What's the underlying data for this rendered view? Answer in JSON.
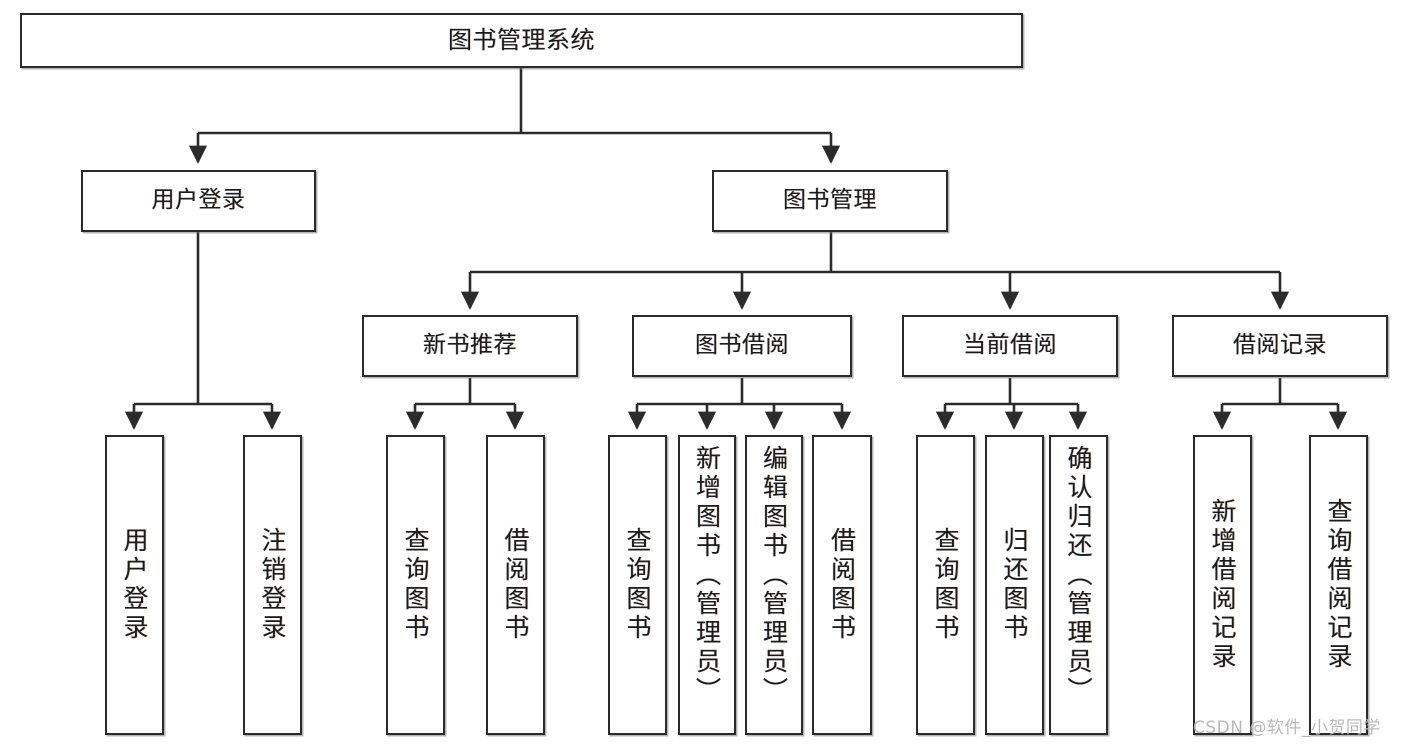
{
  "diagram": {
    "type": "tree-hierarchy",
    "title": "图书管理系统",
    "watermark": "CSDN @软件_小贺同学",
    "colors": {
      "box_border": "#2b2b2b",
      "box_fill": "#ffffff",
      "connector": "#2b2b2b",
      "watermark": "#b9b9b9"
    },
    "nodes": {
      "root": {
        "label": "图书管理系统"
      },
      "level2": [
        {
          "label": "用户登录"
        },
        {
          "label": "图书管理"
        }
      ],
      "level3": [
        {
          "label": "新书推荐"
        },
        {
          "label": "图书借阅"
        },
        {
          "label": "当前借阅"
        },
        {
          "label": "借阅记录"
        }
      ],
      "leaves": {
        "user_login": [
          {
            "label": "用户登录"
          },
          {
            "label": "注销登录"
          }
        ],
        "new_book_recommend": [
          {
            "label": "查询图书"
          },
          {
            "label": "借阅图书"
          }
        ],
        "book_borrow": [
          {
            "label": "查询图书"
          },
          {
            "label": "新增图书（管理员）"
          },
          {
            "label": "编辑图书（管理员）"
          },
          {
            "label": "借阅图书"
          }
        ],
        "current_borrow": [
          {
            "label": "查询图书"
          },
          {
            "label": "归还图书"
          },
          {
            "label": "确认归还（管理员）"
          }
        ],
        "borrow_record": [
          {
            "label": "新增借阅记录"
          },
          {
            "label": "查询借阅记录"
          }
        ]
      }
    }
  }
}
